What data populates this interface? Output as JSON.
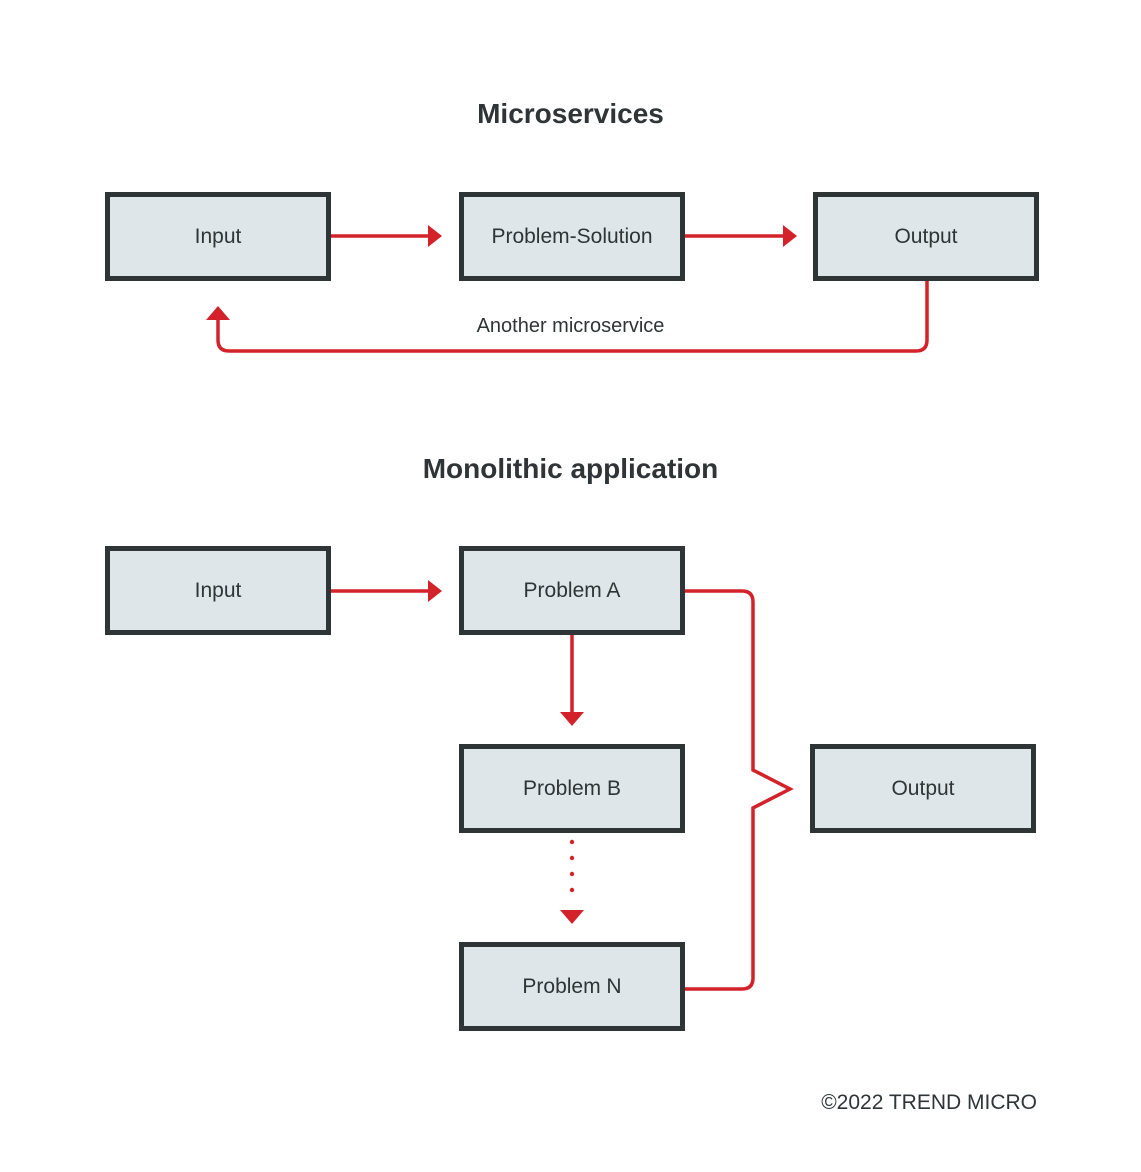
{
  "microservices": {
    "title": "Microservices",
    "boxes": {
      "input": "Input",
      "solution": "Problem-Solution",
      "output": "Output"
    },
    "loop_label": "Another microservice"
  },
  "monolithic": {
    "title": "Monolithic application",
    "boxes": {
      "input": "Input",
      "problem_a": "Problem A",
      "problem_b": "Problem B",
      "problem_n": "Problem N",
      "output": "Output"
    }
  },
  "footer": {
    "copyright": "©2022 TREND MICRO"
  },
  "colors": {
    "arrow": "#d3222a",
    "box_fill": "#dfe6e9",
    "box_border": "#2f3436",
    "text": "#2f3436"
  }
}
